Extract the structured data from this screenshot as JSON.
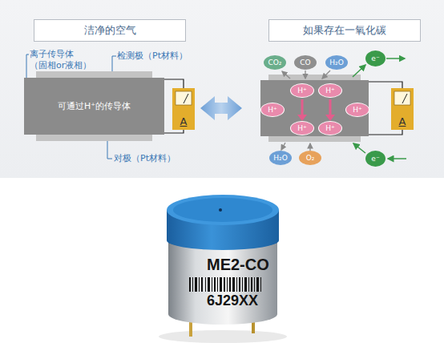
{
  "diagram": {
    "nodes": [
      {
        "text": [
          "洁净的空气"
        ]
      },
      {
        "text": [
          "可通过H⁺的传导体"
        ]
      },
      {
        "text": [
          "A"
        ]
      },
      {
        "text": [
          "如果存在一氧化碳"
        ]
      },
      {
        "text": [
          "CO₂"
        ]
      },
      {
        "text": [
          "CO"
        ]
      },
      {
        "text": [
          "H₂O"
        ]
      },
      {
        "text": [
          "H⁺"
        ]
      },
      {
        "text": [
          "H⁺"
        ]
      },
      {
        "text": [
          "H⁺"
        ]
      },
      {
        "text": [
          "H⁺"
        ]
      },
      {
        "text": [
          "H⁺"
        ]
      },
      {
        "text": [
          "H⁺"
        ]
      },
      {
        "text": [
          "H₂O"
        ]
      },
      {
        "text": [
          "O₂"
        ]
      },
      {
        "text": [
          "e⁻"
        ]
      },
      {
        "text": [
          "e⁻"
        ]
      },
      {
        "text": [
          "A"
        ]
      }
    ],
    "edges": [
      {
        "from": 1,
        "to": 2,
        "arrow": "none"
      },
      {
        "from": 1,
        "to": 2,
        "arrow": "none"
      }
    ],
    "labels": [
      "离子传导体 （固相or液相）",
      "检测极（Pt材料）",
      "对极（Pt材料）",
      "ME2-CO",
      "6J29XX"
    ]
  }
}
